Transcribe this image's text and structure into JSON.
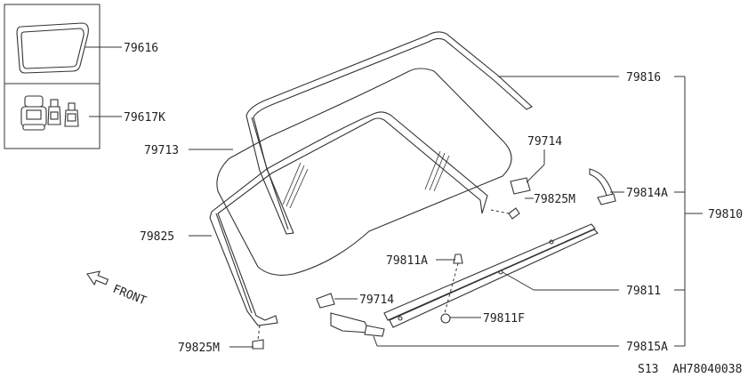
{
  "diagram": {
    "parts": {
      "p79616": "79616",
      "p79617K": "79617K",
      "p79713": "79713",
      "p79825": "79825",
      "p79825M_bottom": "79825M",
      "p79816": "79816",
      "p79714_top": "79714",
      "p79825M_right": "79825M",
      "p79814A": "79814A",
      "p79810": "79810",
      "p79811A": "79811A",
      "p79714_bottom": "79714",
      "p79811F": "79811F",
      "p79811": "79811",
      "p79815A": "79815A"
    },
    "direction_label": "FRONT",
    "footer_code": "S13  AH78040038"
  }
}
